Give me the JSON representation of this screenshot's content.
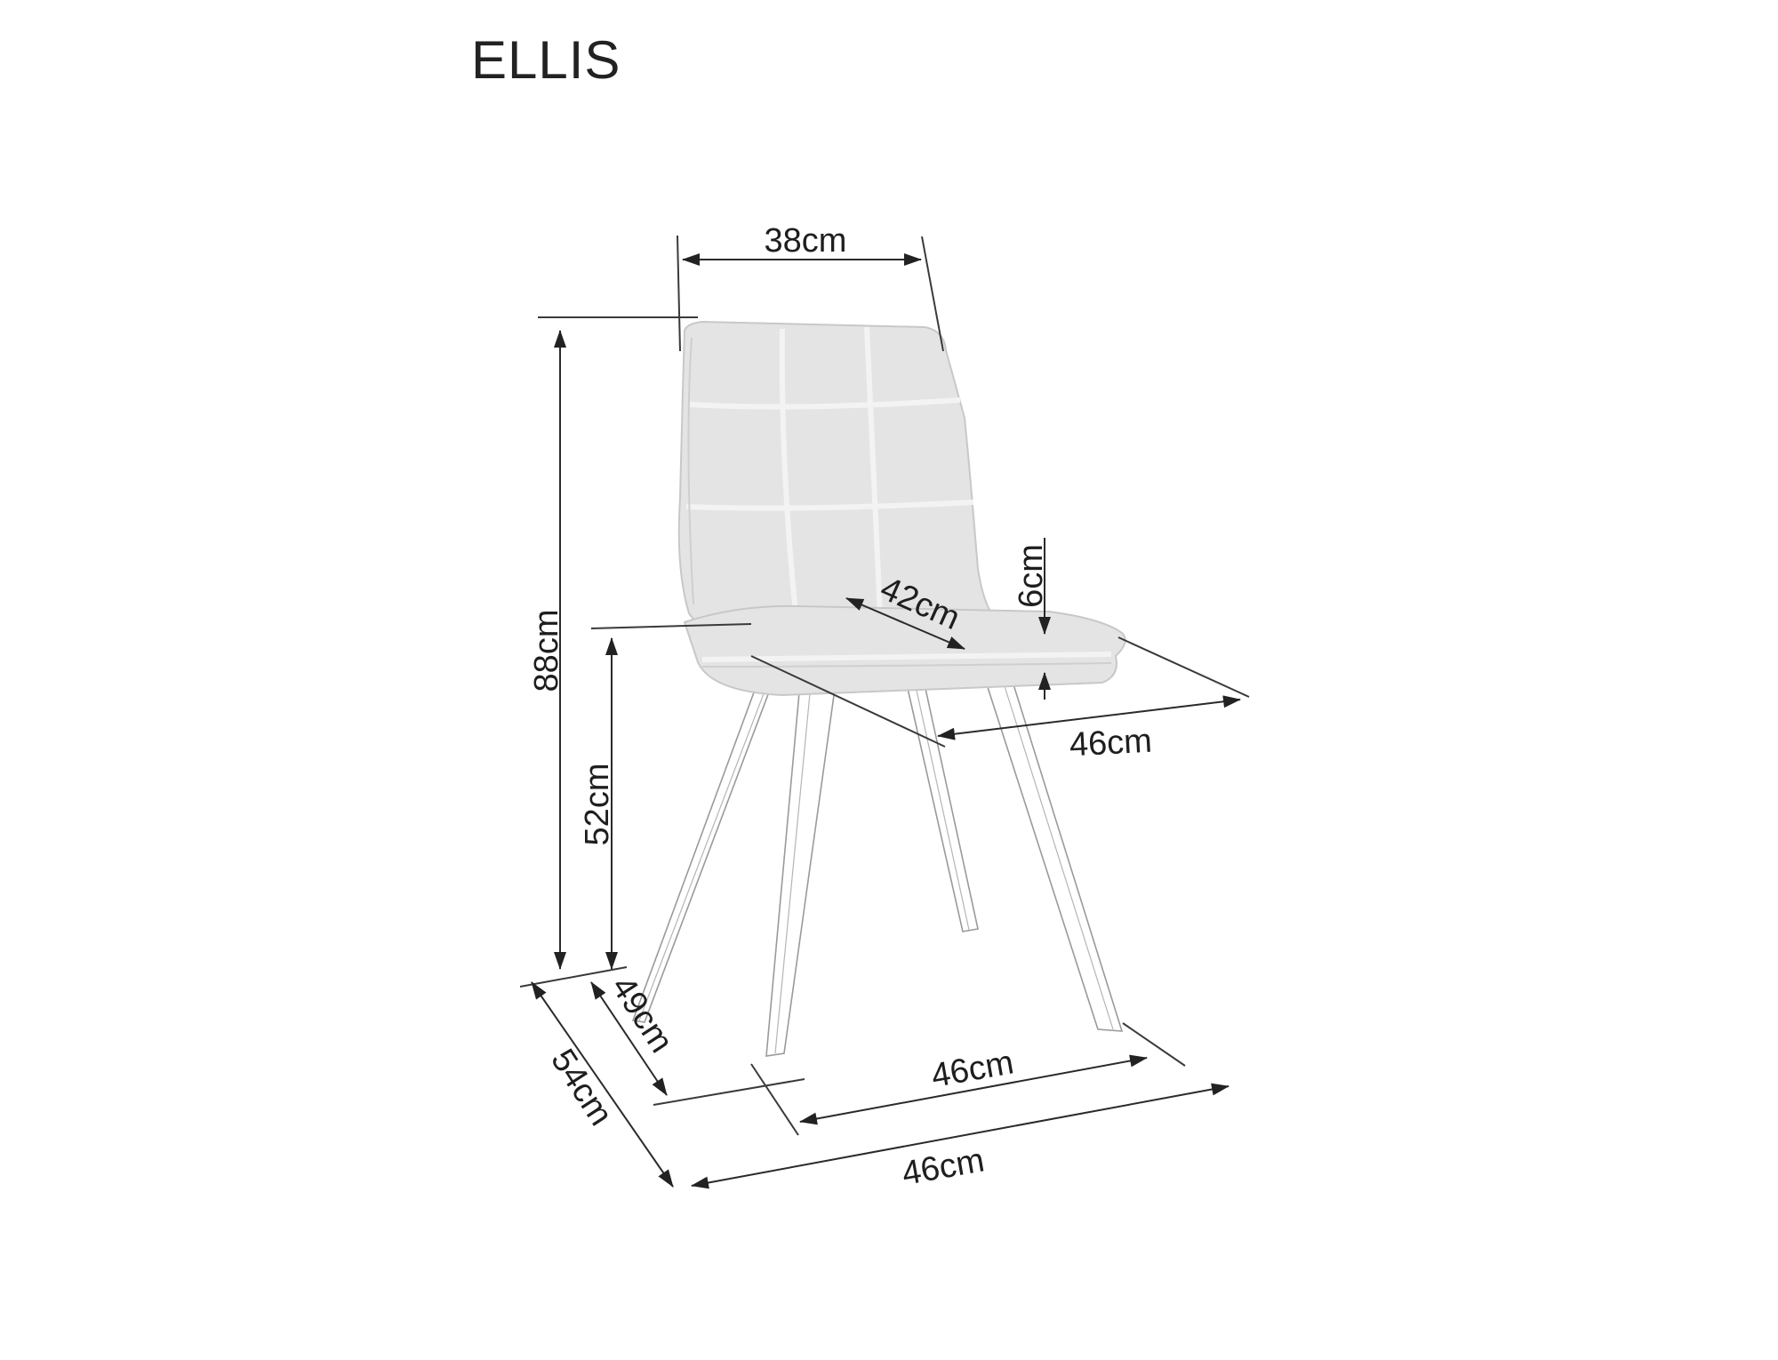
{
  "product": {
    "name": "ELLIS",
    "type": "chair",
    "units": "cm"
  },
  "dimensions": {
    "backrest_width": "38cm",
    "total_height": "88cm",
    "seat_height": "52cm",
    "seat_depth": "42cm",
    "seat_thickness": "6cm",
    "seat_width": "46cm",
    "leg_span_depth": "49cm",
    "total_depth": "54cm",
    "leg_span_width": "46cm",
    "total_width": "46cm"
  },
  "colors": {
    "text": "#1e1e1e",
    "lines": "#2a2a2a",
    "fabric": "#e4e4e4",
    "background": "#ffffff"
  }
}
